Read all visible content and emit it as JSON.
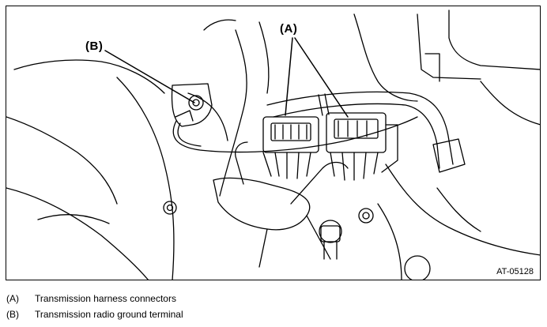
{
  "figure": {
    "callout_a": "(A)",
    "callout_b": "(B)",
    "figure_id": "AT-05128"
  },
  "legend": [
    {
      "key": "(A)",
      "text": "Transmission harness connectors"
    },
    {
      "key": "(B)",
      "text": "Transmission radio ground terminal"
    }
  ]
}
